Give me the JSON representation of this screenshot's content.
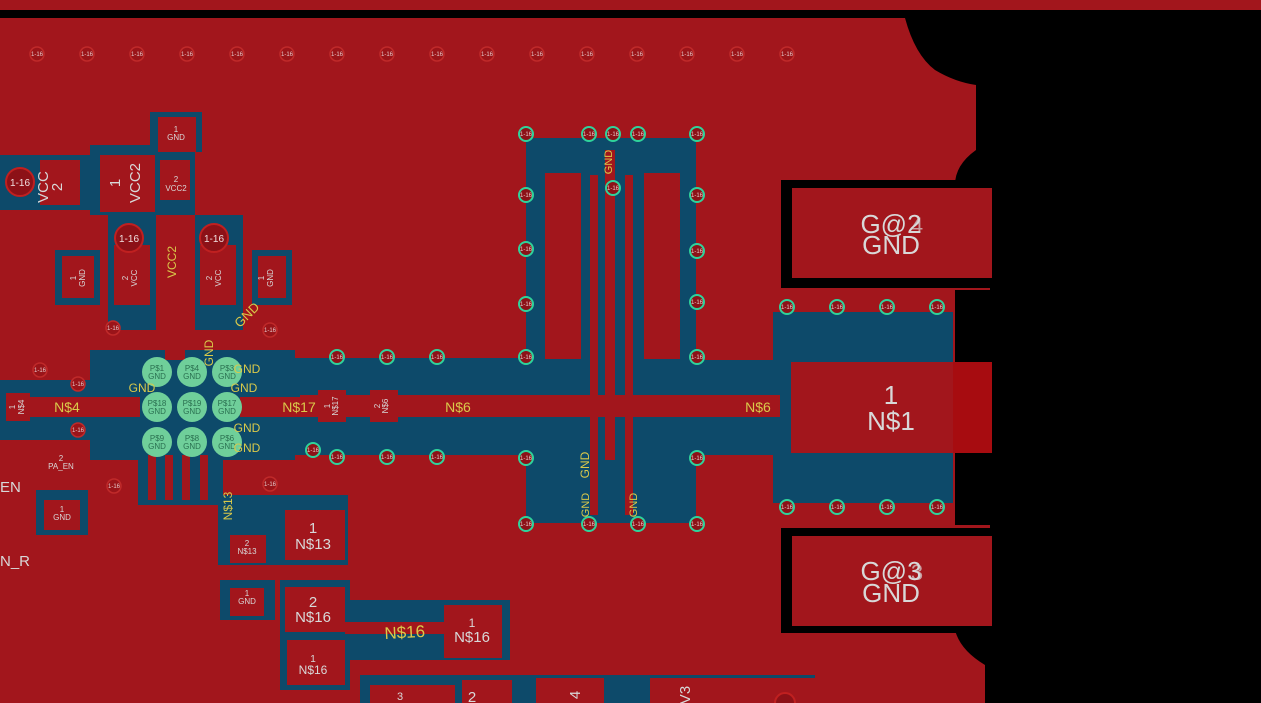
{
  "colors": {
    "copper": "#a2161c",
    "copper_dark": "#8c1117",
    "clearance": "#0d4a6a",
    "background": "#000000",
    "via_ring": "#2fd39b",
    "via_pad": "#6fcf9a",
    "silk_label": "#d9c94a",
    "name_label": "#d8d8d8"
  },
  "via_label": "1-16",
  "vias_label": "1-16",
  "big_via_label": "1-16",
  "labels": {
    "vcc_pad_num": "2",
    "vcc_pad_name": "VCC",
    "vcc2_pad_num": "1",
    "vcc2_pad_name": "VCC2",
    "vcc2_small_num": "2",
    "vcc2_small_name": "VCC2",
    "gnd_top_num": "1",
    "gnd_top_name": "GND",
    "vcc2_trace": "VCC2",
    "gnd_small_left_num": "1",
    "gnd_small_left_name": "GND",
    "vcc_small_left_num": "2",
    "vcc_small_left_name": "VCC",
    "vcc_small_right_num": "2",
    "vcc_small_right_name": "VCC",
    "gnd_small_right_num": "1",
    "gnd_small_right_name": "GND",
    "gnd_diag": "GND",
    "gnd_vert": "GND",
    "gnd_a": "GND",
    "gnd_b": "GND",
    "gnd_c": "GND",
    "gnd_d": "GND",
    "gnd_e": "GND",
    "ns4": "N$4",
    "ns4_pad_num": "1",
    "ns4_pad_name": "N$4",
    "ns17_trace": "N$17",
    "ns17_pad_num": "1",
    "ns17_pad_name": "N$17",
    "ns6_pad_num": "2",
    "ns6_pad_name": "N$6",
    "ns6_trace_a": "N$6",
    "ns6_trace_b": "N$6",
    "pa_en_num": "2",
    "pa_en_name": "PA_EN",
    "en_label": "EN",
    "n_r_label": "N_R",
    "gnd_lower_num": "1",
    "gnd_lower_name": "GND",
    "ns13_trace": "N$13",
    "ns13_small_num": "2",
    "ns13_small_name": "N$13",
    "ns13_pad_num": "1",
    "ns13_pad_name": "N$13",
    "gnd_pad2_num": "1",
    "gnd_pad2_name": "GND",
    "ns16_pad_a_num": "2",
    "ns16_pad_a_name": "N$16",
    "ns16_trace": "N$16",
    "ns16_pad_b_num": "1",
    "ns16_pad_b_name": "N$16",
    "ns16_pad_c_num": "1",
    "ns16_pad_c_name": "N$16",
    "bottom_3": "3",
    "bottom_2": "2",
    "bottom_4": "4",
    "bottom_v3": "V3",
    "gnd_filter_a": "GND",
    "gnd_filter_b": "GND",
    "gnd_filter_c": "GND",
    "gnd_filter_d": "GND",
    "g2_name": "G@2",
    "g2_num": "4",
    "g2_net": "GND",
    "g3_name": "G@3",
    "g3_num": "3",
    "g3_net": "GND",
    "ns1_num": "1",
    "ns1_name": "N$1"
  },
  "ic_pads": [
    {
      "name": "P$1",
      "net": "GND"
    },
    {
      "name": "P$4",
      "net": "GND"
    },
    {
      "name": "P$3",
      "net": "GND"
    },
    {
      "name": "P$18",
      "net": "GND"
    },
    {
      "name": "P$19",
      "net": "GND"
    },
    {
      "name": "P$17",
      "net": "GND"
    },
    {
      "name": "P$9",
      "net": "GND"
    },
    {
      "name": "P$8",
      "net": "GND"
    },
    {
      "name": "P$6",
      "net": "GND"
    }
  ]
}
